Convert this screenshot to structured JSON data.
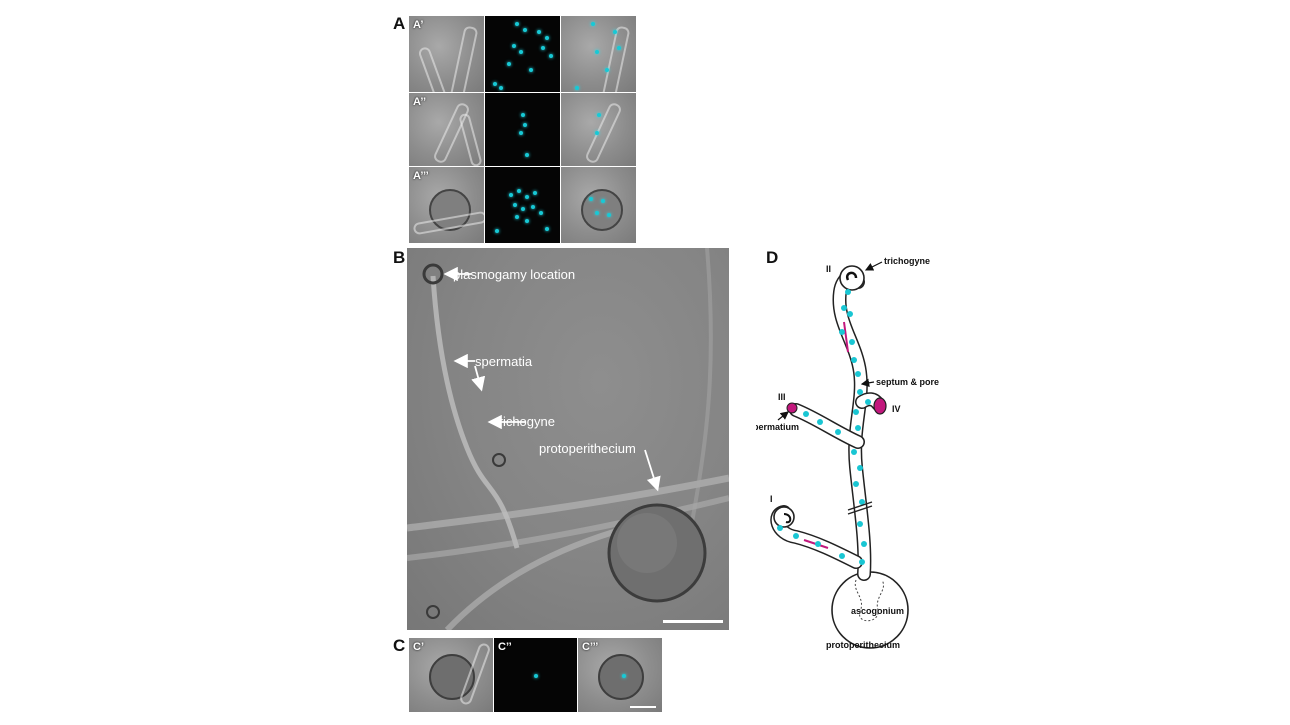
{
  "panels": {
    "A": {
      "letter": "A",
      "rows": [
        {
          "label": "A’"
        },
        {
          "label": "A’’"
        },
        {
          "label": "A’’’"
        }
      ]
    },
    "B": {
      "letter": "B",
      "annotations": {
        "plasmogamy": "plasmogamy location",
        "spermatia": "spermatia",
        "trichogyne": "trichogyne",
        "protoperithecium": "protoperithecium"
      }
    },
    "C": {
      "letter": "C",
      "labels": [
        "C’",
        "C’’",
        "C’’’"
      ]
    },
    "D": {
      "letter": "D",
      "labels": {
        "trichogyne": "trichogyne",
        "septum_pore": "septum & pore",
        "spermatium": "spermatium",
        "ascogonium": "ascogonium",
        "protoperithecium": "protoperithecium",
        "roman_I": "I",
        "roman_II": "II",
        "roman_III": "III",
        "roman_IV": "IV"
      }
    }
  },
  "colors": {
    "nuclei_cyan": "#19c6d3",
    "spermatium_magenta": "#c2187d",
    "outline": "#222222"
  }
}
